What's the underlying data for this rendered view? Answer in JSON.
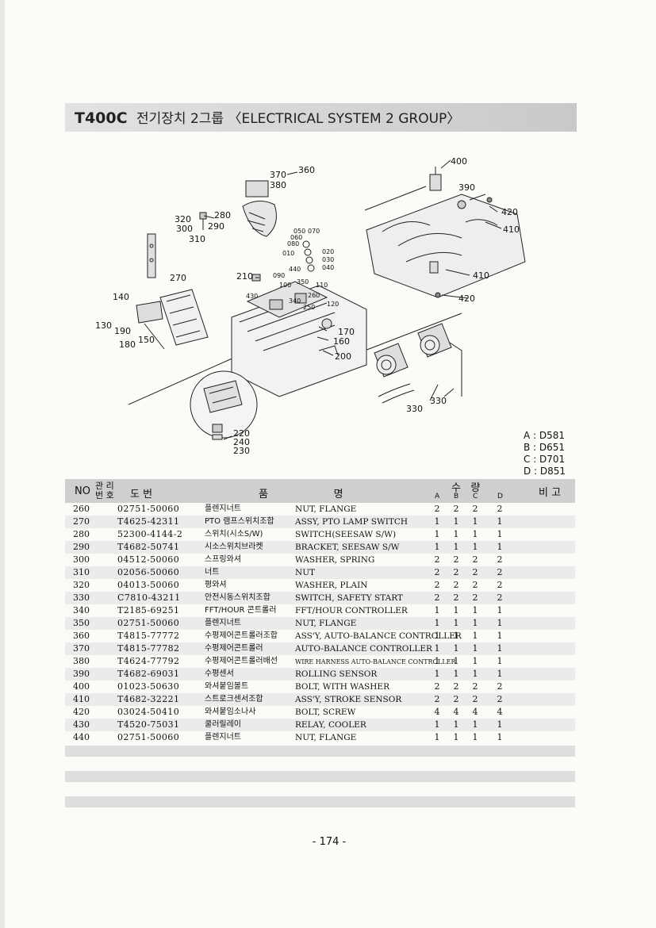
{
  "header": {
    "model": "T400C",
    "title": "전기장치 2그룹 〈ELECTRICAL SYSTEM 2 GROUP〉"
  },
  "diagram": {
    "callouts": [
      "360",
      "370",
      "380",
      "280",
      "320",
      "300",
      "290",
      "310",
      "270",
      "140",
      "130",
      "190",
      "180",
      "150",
      "210",
      "430",
      "090",
      "100",
      "440",
      "350",
      "110",
      "260",
      "340",
      "250",
      "120",
      "170",
      "160",
      "200",
      "050",
      "060",
      "070",
      "080",
      "010",
      "020",
      "030",
      "040",
      "400",
      "390",
      "420",
      "410",
      "410",
      "420",
      "330",
      "330",
      "220",
      "240",
      "230"
    ]
  },
  "variants": [
    "A : D581",
    "B : D651",
    "C : D701",
    "D : D851"
  ],
  "table": {
    "headers": {
      "no": "NO",
      "mgmt_top": "관 리",
      "mgmt_bottom": "번 호",
      "drawing": "도       번",
      "name": "품                    명",
      "qty": "수   량",
      "a": "A",
      "b": "B",
      "c": "C",
      "d": "D",
      "remarks": "비 고"
    },
    "rows": [
      {
        "no": "260",
        "part": "02751-50060",
        "ko": "플렌지너트",
        "en": "NUT, FLANGE",
        "a": "2",
        "b": "2",
        "c": "2",
        "d": "2"
      },
      {
        "no": "270",
        "part": "T4625-42311",
        "ko": "PTO 램프스위치조합",
        "en": "ASSY, PTO LAMP SWITCH",
        "a": "1",
        "b": "1",
        "c": "1",
        "d": "1"
      },
      {
        "no": "280",
        "part": "52300-4144-2",
        "ko": "스위치(시소S/W)",
        "en": "SWITCH(SEESAW S/W)",
        "a": "1",
        "b": "1",
        "c": "1",
        "d": "1"
      },
      {
        "no": "290",
        "part": "T4682-50741",
        "ko": "시소스위치브라켓",
        "en": "BRACKET, SEESAW S/W",
        "a": "1",
        "b": "1",
        "c": "1",
        "d": "1"
      },
      {
        "no": "300",
        "part": "04512-50060",
        "ko": "스프링와셔",
        "en": "WASHER, SPRING",
        "a": "2",
        "b": "2",
        "c": "2",
        "d": "2"
      },
      {
        "no": "310",
        "part": "02056-50060",
        "ko": "너트",
        "en": "NUT",
        "a": "2",
        "b": "2",
        "c": "2",
        "d": "2"
      },
      {
        "no": "320",
        "part": "04013-50060",
        "ko": "평와셔",
        "en": "WASHER, PLAIN",
        "a": "2",
        "b": "2",
        "c": "2",
        "d": "2"
      },
      {
        "no": "330",
        "part": "C7810-43211",
        "ko": "안전시동스위치조합",
        "en": "SWITCH, SAFETY START",
        "a": "2",
        "b": "2",
        "c": "2",
        "d": "2"
      },
      {
        "no": "340",
        "part": "T2185-69251",
        "ko": "FFT/HOUR 콘트롤러",
        "en": "FFT/HOUR CONTROLLER",
        "a": "1",
        "b": "1",
        "c": "1",
        "d": "1"
      },
      {
        "no": "350",
        "part": "02751-50060",
        "ko": "플렌지너트",
        "en": "NUT, FLANGE",
        "a": "1",
        "b": "1",
        "c": "1",
        "d": "1"
      },
      {
        "no": "360",
        "part": "T4815-77772",
        "ko": "수평제어콘트롤러조합",
        "en": "ASS'Y, AUTO-BALANCE CONTROLLER",
        "a": "1",
        "b": "1",
        "c": "1",
        "d": "1"
      },
      {
        "no": "370",
        "part": "T4815-77782",
        "ko": "수평제어콘트롤러",
        "en": "AUTO-BALANCE CONTROLLER",
        "a": "1",
        "b": "1",
        "c": "1",
        "d": "1"
      },
      {
        "no": "380",
        "part": "T4624-77792",
        "ko": "수평제어콘트롤러배선",
        "en": "WIRE HARNESS AUTO-BALANCE CONTROLLER",
        "a": "1",
        "b": "1",
        "c": "1",
        "d": "1",
        "tiny": true
      },
      {
        "no": "390",
        "part": "T4682-69031",
        "ko": "수평센서",
        "en": "ROLLING SENSOR",
        "a": "1",
        "b": "1",
        "c": "1",
        "d": "1"
      },
      {
        "no": "400",
        "part": "01023-50630",
        "ko": "와셔붙임볼트",
        "en": "BOLT, WITH WASHER",
        "a": "2",
        "b": "2",
        "c": "2",
        "d": "2"
      },
      {
        "no": "410",
        "part": "T4682-32221",
        "ko": "스트로크센서조합",
        "en": "ASS'Y, STROKE SENSOR",
        "a": "2",
        "b": "2",
        "c": "2",
        "d": "2"
      },
      {
        "no": "420",
        "part": "03024-50410",
        "ko": "와셔붙임소나사",
        "en": "BOLT, SCREW",
        "a": "4",
        "b": "4",
        "c": "4",
        "d": "4"
      },
      {
        "no": "430",
        "part": "T4520-75031",
        "ko": "쿨러릴레이",
        "en": "RELAY, COOLER",
        "a": "1",
        "b": "1",
        "c": "1",
        "d": "1"
      },
      {
        "no": "440",
        "part": "02751-50060",
        "ko": "플렌지너트",
        "en": "NUT, FLANGE",
        "a": "1",
        "b": "1",
        "c": "1",
        "d": "1"
      }
    ]
  },
  "page_number": "- 174 -"
}
